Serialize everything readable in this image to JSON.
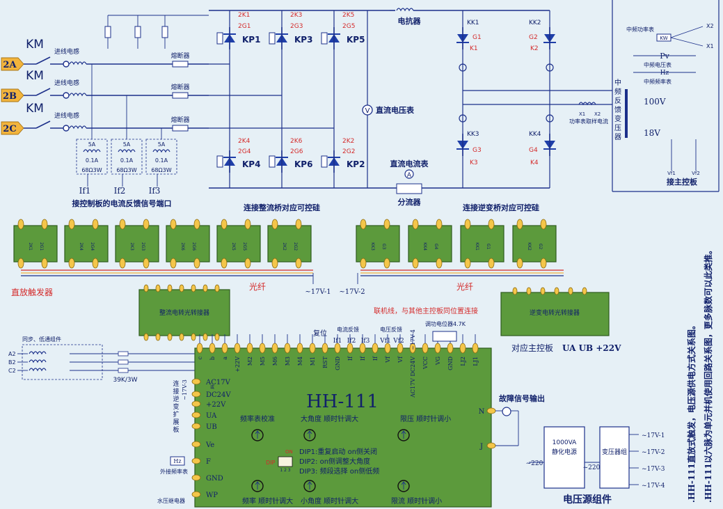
{
  "power_in": {
    "km": "KM",
    "phases": [
      "2A",
      "2B",
      "2C"
    ],
    "inductor": "进线电感",
    "fuse": "熔断器"
  },
  "ct": {
    "rating_a": "5A",
    "rating_b": "0.1A",
    "resistor": "68Ω3W",
    "if_labels": [
      "If1",
      "If2",
      "If3"
    ],
    "caption": "接控制板的电流反馈信号端口"
  },
  "rectifier": {
    "top": [
      {
        "k": "2K1",
        "g": "2G1",
        "name": "KP1"
      },
      {
        "k": "2K3",
        "g": "2G3",
        "name": "KP3"
      },
      {
        "k": "2K5",
        "g": "2G5",
        "name": "KP5"
      }
    ],
    "bottom": [
      {
        "k": "2K4",
        "g": "2G4",
        "name": "KP4"
      },
      {
        "k": "2K6",
        "g": "2G6",
        "name": "KP6"
      },
      {
        "k": "2K2",
        "g": "2G2",
        "name": "KP2"
      }
    ],
    "caption": "连接整流桥对应可控硅"
  },
  "dc": {
    "reactor": "电抗器",
    "voltmeter": "V",
    "voltmeter_label": "直流电压表",
    "ammeter": "A",
    "ammeter_label": "直流电流表",
    "shunt": "分流器"
  },
  "inverter": {
    "top": [
      {
        "kk": "KK1",
        "g": "G1",
        "k": "K1"
      },
      {
        "kk": "KK2",
        "g": "G2",
        "k": "K2"
      }
    ],
    "bottom": [
      {
        "kk": "KK3",
        "g": "G3",
        "k": "K3"
      },
      {
        "kk": "KK4",
        "g": "G4",
        "k": "K4"
      }
    ],
    "caption": "连接逆变桥对应可控硅"
  },
  "meters": {
    "power": "中频功率表",
    "kw": "KW",
    "pv": "Pv",
    "voltage": "中频电压表",
    "hz": "Hz",
    "freq": "中频频率表",
    "x2": "X2",
    "x1": "X1",
    "sample_x1": "X1",
    "sample_x2": "X2",
    "sample": "功率表取样电流",
    "transformer": "中频反馈变压器",
    "v100": "100V",
    "v18": "18V",
    "vf1": "Vf1",
    "vf2": "Vf2",
    "to_main": "接主控板"
  },
  "trigger": {
    "boards_left": [
      [
        "2K1",
        "2G1"
      ],
      [
        "2K4",
        "2G4"
      ],
      [
        "2K3",
        "2G3"
      ],
      [
        "2K6",
        "2G6"
      ],
      [
        "2K5",
        "2G5"
      ],
      [
        "2K2",
        "2G2"
      ]
    ],
    "boards_right": [
      [
        "KK3",
        "G3"
      ],
      [
        "KK4",
        "G4"
      ],
      [
        "KK1",
        "G1"
      ],
      [
        "KK2",
        "G2"
      ]
    ],
    "direct": "直放触发器",
    "fiber": "光纤",
    "v17_1": "~17V-1",
    "v17_2": "~17V-2",
    "rect_conv": "整流电转光转接器",
    "inv_conv": "逆变电转光转接器",
    "link": "联机线，与其他主控板同位置连接",
    "main_board": "对应主控板",
    "main_board_bold": "UA UB +22V"
  },
  "sync": {
    "title": "同步、低通组件",
    "a": "A2",
    "b": "B2",
    "c": "C2",
    "r": "39K/3W"
  },
  "board": {
    "name": "HH-111",
    "top_pins": [
      "c",
      "b",
      "a",
      "+22V",
      "M2",
      "M5",
      "M6",
      "M3",
      "M4",
      "M1",
      "RST",
      "GND",
      "If",
      "If",
      "If",
      "Vf",
      "Vf",
      "AC17V或DC24V",
      "VCC",
      "VG",
      "GND",
      "LJ2",
      "LJ1"
    ],
    "reset": "复位",
    "cur_fb": "电流反馈",
    "if1": "If1",
    "if2": "If2",
    "if3": "If3",
    "volt_fb": "电压反馈",
    "vf1": "Vf1",
    "vf2": "Vf2",
    "v17_4": "~17V-4",
    "pot": "调功电位器4.7K",
    "left_pins": [
      "AC17V",
      "或",
      "DC24V",
      "+22V",
      "UA",
      "UB",
      "Ve",
      "F",
      "GND",
      "WP"
    ],
    "left_side": "连接逆变扩展板",
    "v17_3": "~17V-3",
    "ext_freq": "外接频率表",
    "hz": "Hz",
    "water": "水压继电器",
    "adj_freq_cal": "频率表校准",
    "adj_big": "大角度 顺时针调大",
    "adj_vlim": "限压 顺时针调小",
    "adj_freq": "频率 顺时针调大",
    "adj_small": "小角度 顺时针调大",
    "adj_ilim": "限流 顺时针调小",
    "dip_label": "DIP",
    "dip_on": "ON",
    "dip_nums": "1 2 3",
    "dip1": "DIP1:重复启动 on侧关闭",
    "dip2": "DIP2: on侧调整大角度",
    "dip3": "DIP3: 频段选择 on侧低频",
    "fault": "故障信号输出",
    "n": "N",
    "j": "J"
  },
  "supply": {
    "title": "电压源组件",
    "ps_line1": "1000VA",
    "ps_line2": "静化电源",
    "v220_a": "~220",
    "v220_b": "~220",
    "xfmr": "变压器组",
    "outs": [
      "~17V-1",
      "~17V-2",
      "~17V-3",
      "~17V-4"
    ]
  },
  "notes": [
    ".HH-111直放式触发，电压源供电方式关系图。",
    ".HH-111以六脉为单元并机使用回路关系图，更多脉数可以此类推。"
  ]
}
